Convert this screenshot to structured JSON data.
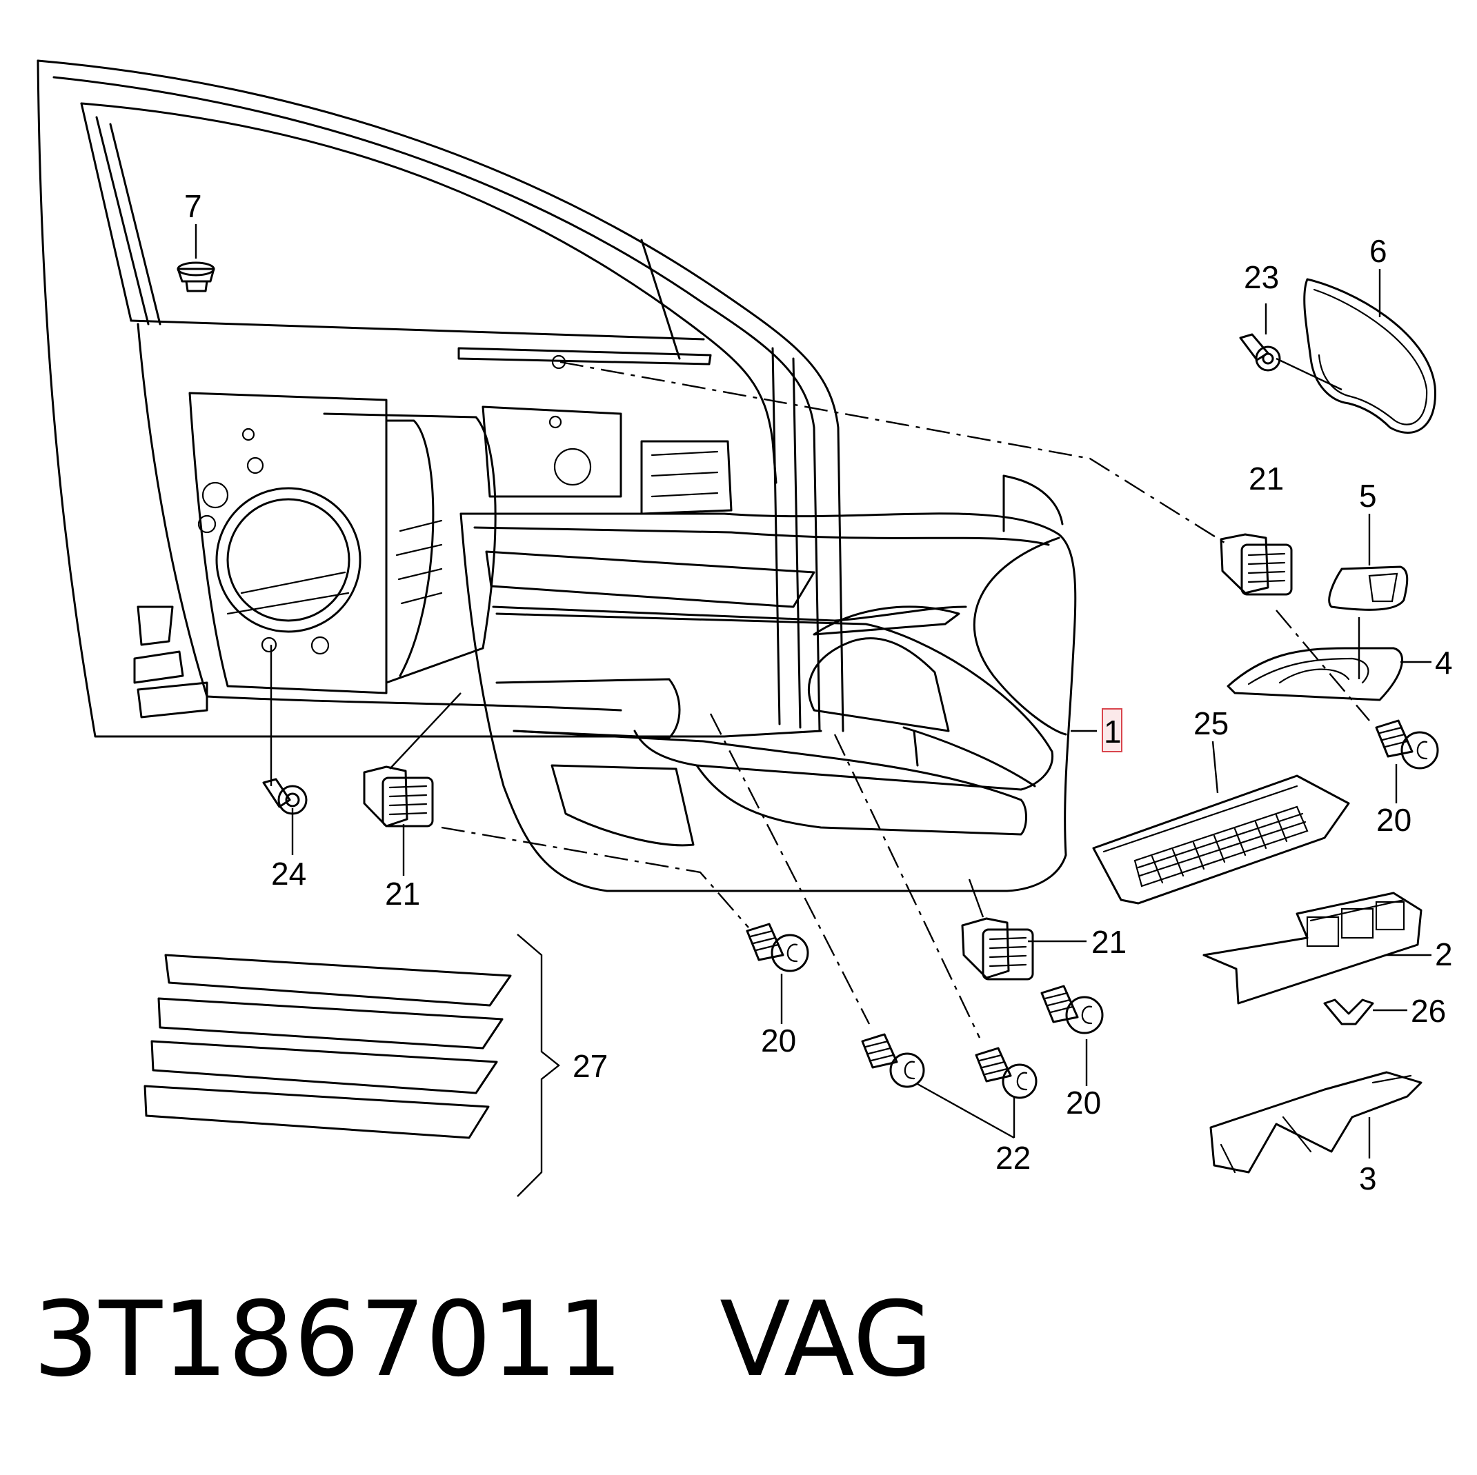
{
  "callouts": {
    "c1": "1",
    "c2": "2",
    "c3": "3",
    "c4": "4",
    "c5": "5",
    "c6": "6",
    "c7": "7",
    "c20": "20",
    "c21": "21",
    "c22": "22",
    "c23": "23",
    "c24": "24",
    "c25": "25",
    "c26": "26",
    "c27": "27"
  },
  "highlighted_callout": "1",
  "footer": {
    "part_number": "3T1867011",
    "brand": "VAG"
  },
  "colors": {
    "line": "#000000",
    "highlight_box": "#d9444c",
    "highlight_fill": "#fbe9ea",
    "background": "#ffffff"
  }
}
